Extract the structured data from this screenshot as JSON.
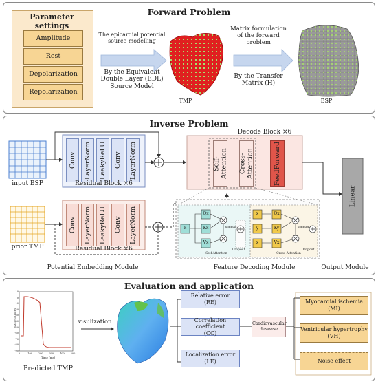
{
  "forward": {
    "title": "Forward Problem",
    "params_title": "Parameter settings",
    "params": [
      "Amplitude",
      "Rest",
      "Depolarization",
      "Repolarization"
    ],
    "source_label": "The epicardial potential source modelling",
    "edl_label": "By the Equivalent Double Layer (EDL) Source Model",
    "tmp_label": "TMP",
    "matrix_label": "Matrix formulation of the forward problem",
    "transfer_label": "By the Transfer Matrix (H)",
    "bsp_label": "BSP"
  },
  "inverse": {
    "title": "Inverse Problem",
    "input_label": "input BSP",
    "prior_label": "prior TMP",
    "residual_label": "Residual Block ×6",
    "residual_layers": [
      "Conv",
      "LayerNorm",
      "LeakyReLU",
      "Conv",
      "LayerNorm"
    ],
    "embed_label": "Residual Block ×6",
    "embed_layers": [
      "Conv",
      "LayerNorm",
      "LeakyReLU",
      "Conv",
      "LayerNorm"
    ],
    "decode_label": "Decode Block ×6",
    "decode_layers": [
      "Self-Attention",
      "Cross-Attention",
      "FeedForward"
    ],
    "linear_label": "Linear",
    "module_potential": "Potential Embedding Module",
    "module_feature": "Feature Decoding Module",
    "module_output": "Output Module",
    "sa": {
      "x": "x",
      "q": "Qx",
      "k": "Kx",
      "v": "Vx",
      "softmax": "Softmax",
      "dropout": "Dropout",
      "label": "Self-Attention"
    },
    "ca": {
      "x1": "x",
      "y": "y",
      "x2": "x",
      "q": "Qx",
      "k": "Ky",
      "v": "Vx",
      "softmax": "Softmax",
      "dropout": "Dropout",
      "label": "Cross-Attention"
    }
  },
  "evaluation": {
    "title": "Evaluation and application",
    "visualization_label": "visulization",
    "predicted_label": "Predicted TMP",
    "metrics": [
      "Relative error\n(RE)",
      "Correlation coefficient\n(CC)",
      "Localization error\n(LE)"
    ],
    "center_label": "Cardiovascular\ndesease",
    "apps": [
      "Myocardial ischemia\n(MI)",
      "Ventricular hypertrophy\n(VH)",
      "Noise effect"
    ],
    "chart": {
      "ylabel": "Potential (mV)",
      "xlabel": "Time (ms)",
      "yticks": [
        "10",
        "0",
        "-10",
        "-20",
        "-30",
        "-40",
        "-50",
        "-60",
        "-70",
        "-80",
        "-90"
      ],
      "xticks": [
        "0",
        "100",
        "200",
        "300",
        "400",
        "500"
      ]
    }
  },
  "colors": {
    "param_fill": "#f7d594",
    "blue_fill": "#dbe3f6",
    "pink_fill": "#f8dcd6",
    "red_fill": "#e0554a",
    "gray_fill": "#a8a8a8",
    "teal_fill": "#9fded7",
    "yellow_fill": "#f1c94a",
    "curve": "#c0392b"
  }
}
